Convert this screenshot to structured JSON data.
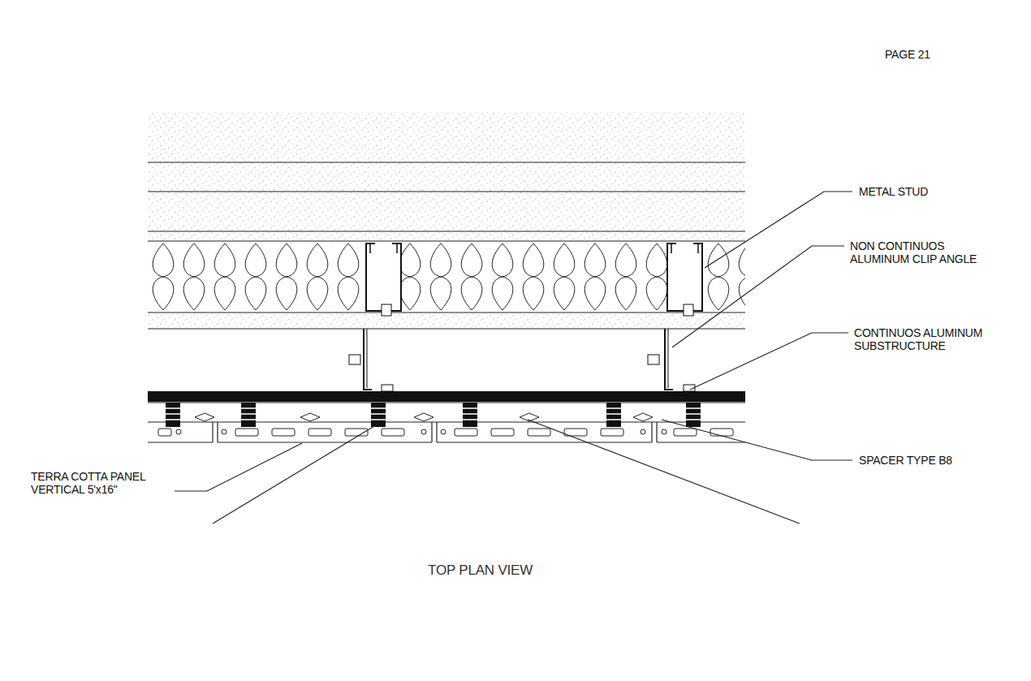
{
  "diagram": {
    "caption": "TOP PLAN VIEW",
    "labels": [
      "PAGE 21",
      "METAL STUD",
      "NON CONTINUOS ALUMINUM CLIP ANGLE",
      "CONTINUOS ALUMINUM SUBSTRUCTURE",
      "SPACER TYPE B8",
      "TERRA COTTA PANEL VERTICAL 5'x16\""
    ]
  }
}
